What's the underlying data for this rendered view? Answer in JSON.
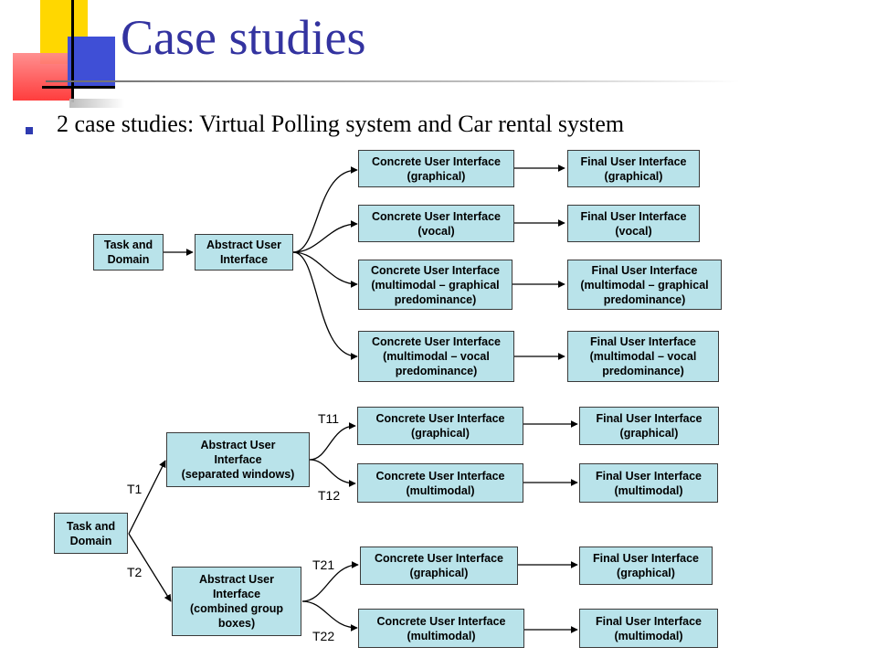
{
  "slide": {
    "title": "Case studies",
    "bullet": "2 case studies: Virtual Polling system and Car rental system",
    "colors": {
      "title": "#3333a0",
      "box_fill": "#b9e3ea",
      "box_border": "#3a3a3a",
      "bullet": "#2e3ab0"
    }
  },
  "diagram1": {
    "task": "Task and\nDomain",
    "aui": "Abstract User\nInterface",
    "cui": [
      "Concrete User Interface\n(graphical)",
      "Concrete User Interface\n(vocal)",
      "Concrete User Interface\n(multimodal – graphical\npredominance)",
      "Concrete User Interface\n(multimodal – vocal\npredominance)"
    ],
    "fui": [
      "Final User Interface\n(graphical)",
      "Final User Interface\n(vocal)",
      "Final User Interface\n(multimodal – graphical\npredominance)",
      "Final User Interface\n(multimodal – vocal\npredominance)"
    ]
  },
  "diagram2": {
    "task": "Task and\nDomain",
    "aui1": "Abstract User\nInterface\n(separated windows)",
    "aui2": "Abstract User\nInterface\n(combined group\nboxes)",
    "cui": [
      "Concrete User Interface\n(graphical)",
      "Concrete User Interface\n(multimodal)",
      "Concrete User Interface\n(graphical)",
      "Concrete User Interface\n(multimodal)"
    ],
    "fui": [
      "Final User Interface\n(graphical)",
      "Final User Interface\n(multimodal)",
      "Final User Interface\n(graphical)",
      "Final User Interface\n(multimodal)"
    ],
    "edge_labels": {
      "t1": "T1",
      "t2": "T2",
      "t11": "T11",
      "t12": "T12",
      "t21": "T21",
      "t22": "T22"
    }
  }
}
